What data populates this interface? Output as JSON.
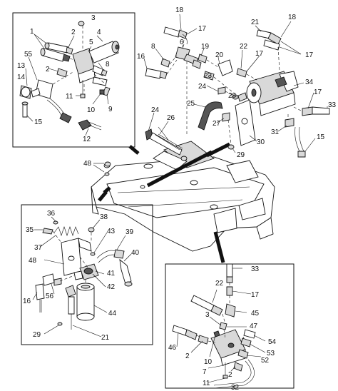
{
  "diagram": {
    "detail_views": [
      "upper-left-valve-detail",
      "lower-left-filter-detail",
      "lower-right-valve-detail"
    ],
    "callouts": {
      "upper_left": [
        "1",
        "2",
        "3",
        "4",
        "5",
        "2",
        "55",
        "13",
        "14",
        "8",
        "11",
        "10",
        "9",
        "15",
        "12"
      ],
      "top_right": [
        "18",
        "17",
        "6",
        "8",
        "16",
        "19",
        "20",
        "22",
        "17",
        "21",
        "18",
        "17",
        "23",
        "24",
        "28",
        "34",
        "17",
        "33",
        "25",
        "27",
        "31",
        "15",
        "30",
        "29",
        "24",
        "26"
      ],
      "frame": [
        "48"
      ],
      "lower_left": [
        "36",
        "35",
        "37",
        "38",
        "43",
        "39",
        "48",
        "40",
        "41",
        "42",
        "16",
        "56",
        "44",
        "29",
        "21"
      ],
      "lower_right": [
        "33",
        "22",
        "17",
        "3",
        "45",
        "47",
        "46",
        "2",
        "10",
        "54",
        "53",
        "52",
        "7",
        "11",
        "2",
        "32"
      ]
    }
  }
}
